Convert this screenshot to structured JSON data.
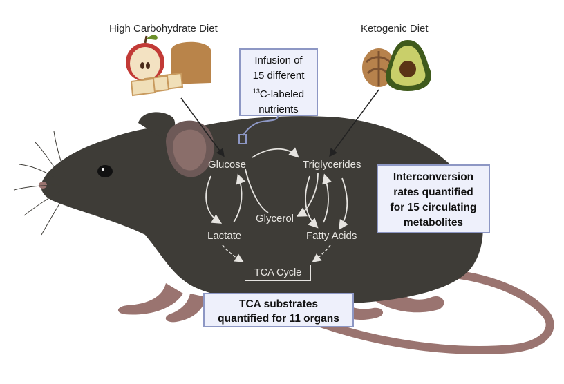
{
  "diets": {
    "high_carb": "High Carbohydrate Diet",
    "ketogenic": "Ketogenic Diet"
  },
  "infusion": {
    "line1": "Infusion of",
    "line2": "15 different",
    "line3_sup": "13",
    "line3": "C-labeled",
    "line4": "nutrients"
  },
  "metabolites": {
    "glucose": "Glucose",
    "triglycerides": "Triglycerides",
    "glycerol": "Glycerol",
    "lactate": "Lactate",
    "fatty_acids": "Fatty Acids",
    "tca_cycle": "TCA Cycle"
  },
  "interconversion": {
    "line1": "Interconversion",
    "line2": "rates quantified",
    "line3": "for 15 circulating",
    "line4": "metabolites"
  },
  "tca_substrates": {
    "line1": "TCA substrates",
    "line2": "quantified for 11 organs"
  },
  "colors": {
    "mouse_body": "#3e3c37",
    "mouse_ear": "#8a6e6a",
    "mouse_tail": "#9a7470",
    "box_fill": "#eef0fb",
    "box_border": "#8d97c4",
    "arrow_light": "#e6e4e0"
  }
}
